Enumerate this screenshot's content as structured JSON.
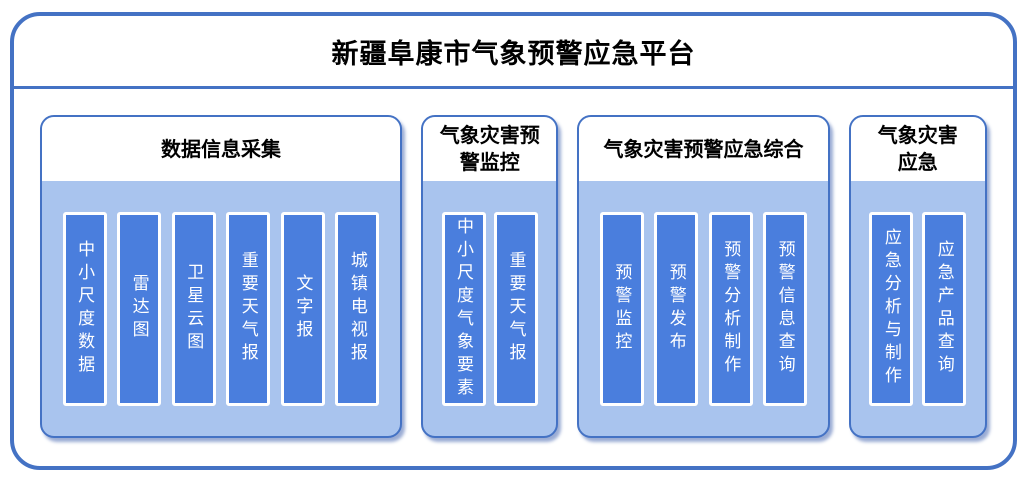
{
  "title": "新疆阜康市气象预警应急平台",
  "colors": {
    "frame_border": "#4472c4",
    "panel_border": "#4472c4",
    "panel_header_bg": "#ffffff",
    "panel_body_bg": "#a9c4ee",
    "bar_bg": "#4a7edd",
    "bar_border": "#ffffff",
    "bar_text": "#ffffff",
    "title_text": "#000000",
    "panel_shadow": "#889ecd"
  },
  "panels": [
    {
      "header": "数据信息采集",
      "items": [
        "中小尺度数据",
        "雷达图",
        "卫星云图",
        "重要天气报",
        "文字报",
        "城镇电视报"
      ]
    },
    {
      "header": "气象灾害预\n警监控",
      "items": [
        "中小尺度气象要素",
        "重要天气报"
      ]
    },
    {
      "header": "气象灾害预警应急综合",
      "items": [
        "预警监控",
        "预警发布",
        "预警分析制作",
        "预警信息查询"
      ]
    },
    {
      "header": "气象灾害\n应急",
      "items": [
        "应急分析与制作",
        "应急产品查询"
      ]
    }
  ]
}
